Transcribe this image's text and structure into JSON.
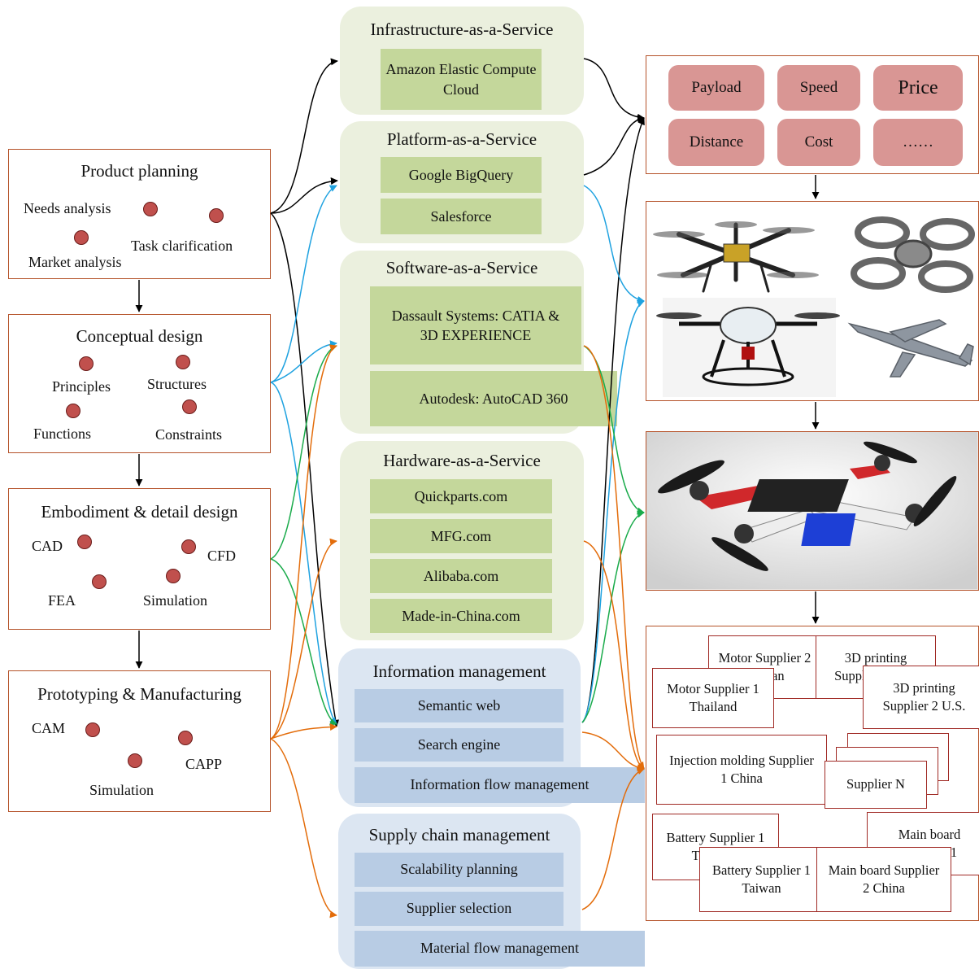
{
  "stages": {
    "planning": {
      "title": "Product planning",
      "items": [
        "Needs analysis",
        "Task clarification",
        "Market analysis"
      ]
    },
    "conceptual": {
      "title": "Conceptual design",
      "items": [
        "Principles",
        "Structures",
        "Functions",
        "Constraints"
      ]
    },
    "embodiment": {
      "title": "Embodiment & detail design",
      "items": [
        "CAD",
        "CFD",
        "FEA",
        "Simulation"
      ]
    },
    "prototyping": {
      "title": "Prototyping & Manufacturing",
      "items": [
        "CAM",
        "CAPP",
        "Simulation"
      ]
    }
  },
  "services": {
    "iaas": {
      "title": "Infrastructure-as-a-Service",
      "items": [
        "Amazon Elastic Compute Cloud"
      ]
    },
    "paas": {
      "title": "Platform-as-a-Service",
      "items": [
        "Google BigQuery",
        "Salesforce"
      ]
    },
    "saas": {
      "title": "Software-as-a-Service",
      "items": [
        "Dassault Systems: CATIA & 3D EXPERIENCE",
        "Autodesk: AutoCAD 360"
      ]
    },
    "haas": {
      "title": "Hardware-as-a-Service",
      "items": [
        "Quickparts.com",
        "MFG.com",
        "Alibaba.com",
        "Made-in-China.com"
      ]
    },
    "info": {
      "title": "Information management",
      "items": [
        "Semantic web",
        "Search engine",
        "Information flow management"
      ]
    },
    "supply": {
      "title": "Supply chain management",
      "items": [
        "Scalability planning",
        "Supplier selection",
        "Material flow management"
      ]
    }
  },
  "requirements": [
    "Payload",
    "Speed",
    "Price",
    "Distance",
    "Cost",
    "……"
  ],
  "suppliers": {
    "motor2": "Motor Supplier 2 Taiwan",
    "print1": "3D printing Supplier 1 U.S.",
    "print2": "3D printing Supplier 2 U.S.",
    "motor1": "Motor Supplier 1 Thailand",
    "injection": "Injection molding Supplier 1 China",
    "supplierN": "Supplier N",
    "battery_th": "Battery Supplier 1 Thailand",
    "mainboard1": "Main board Supplier 1",
    "battery_tw": "Battery Supplier 1 Taiwan",
    "mainboard2": "Main board Supplier 2 China"
  },
  "colors": {
    "stage_border": "#b5532a",
    "dot": "#c0504d",
    "service_green_bg": "#ebf0de",
    "service_green_item": "#c4d79b",
    "service_blue_bg": "#dce6f2",
    "service_blue_item": "#b8cce4",
    "requirement": "#d99694",
    "arrow_black": "#000000",
    "arrow_cyan": "#1fa2e0",
    "arrow_green": "#1aab4b",
    "arrow_orange": "#e36c0a"
  }
}
